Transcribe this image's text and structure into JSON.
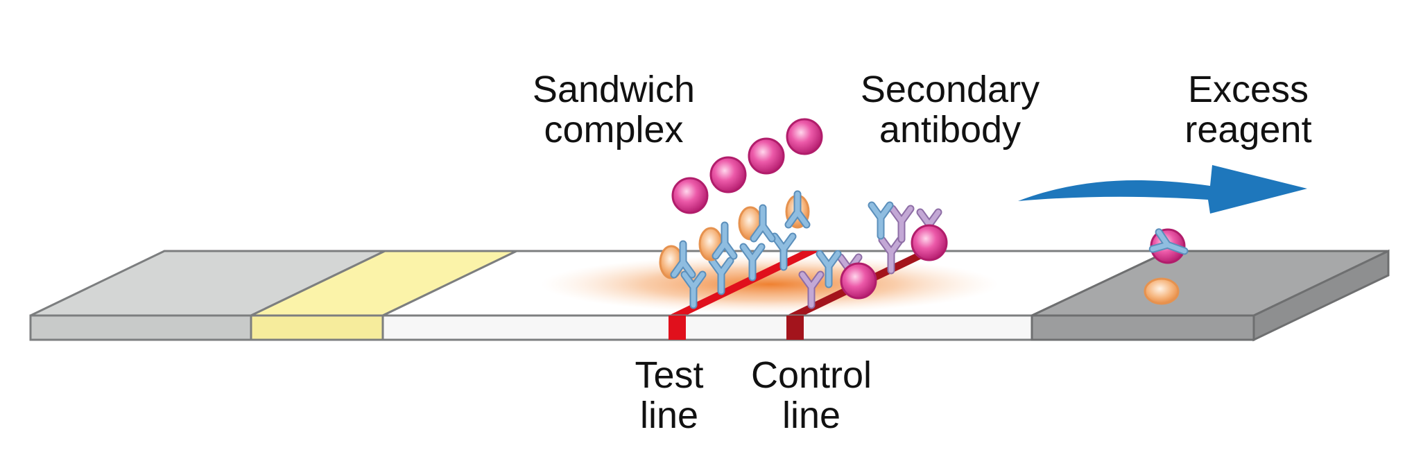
{
  "labels": {
    "sandwich": [
      "Sandwich",
      "complex"
    ],
    "secondary": [
      "Secondary",
      "antibody"
    ],
    "excess": [
      "Excess",
      "reagent"
    ],
    "test": [
      "Test",
      "line"
    ],
    "control": [
      "Control",
      "line"
    ]
  },
  "colors": {
    "sample_pad": "#d4d6d5",
    "conjugate_pad": "#fbf3a9",
    "membrane": "#ffffff",
    "absorbent_pad": "#a7a8a9",
    "test_line": "#e0101c",
    "control_line": "#a3141c",
    "gold_particle": "#e0469a",
    "antibody": "#7eaed3",
    "secondary_antibody": "#b596c6",
    "antigen": "#f4b27a",
    "flow_arrow": "#1e77bc",
    "flow_glow": "#f08a3a"
  },
  "icons": {
    "flow": "arrow-right-icon",
    "particle": "gold-nanoparticle-icon",
    "antibody": "y-antibody-icon",
    "antigen": "antigen-icon"
  }
}
